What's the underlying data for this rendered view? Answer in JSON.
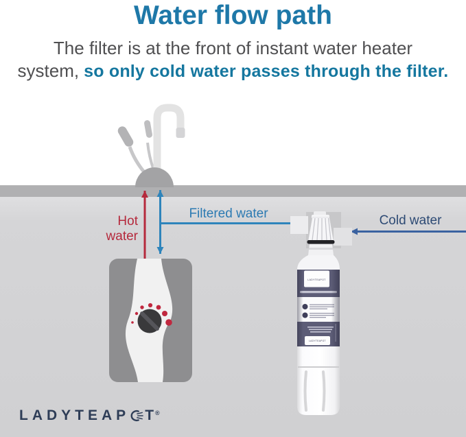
{
  "header": {
    "title": "Water flow path",
    "subtitle_line1": "The filter is at the front of instant water heater",
    "subtitle_line2_prefix": "system,",
    "subtitle_line2_emphasis": "so only cold water passes through the filter."
  },
  "diagram": {
    "labels": {
      "hot_water": "Hot water",
      "filtered_water": "Filtered water",
      "cold_water": "Cold water"
    },
    "filter_cartridge": {
      "brand_top": "LADYTEAPOT",
      "brand_bottom": "LADYTEAPOT"
    }
  },
  "footer": {
    "logo_text_left": "LADYTEAP",
    "logo_text_right": "T",
    "registered_mark": "®"
  },
  "colors": {
    "title_teal": "#1e78a8",
    "emphasis_teal": "#15779f",
    "subtitle_gray": "#4f4f51",
    "hot_red": "#b5293c",
    "flow_blue": "#2e84bb",
    "cold_text_navy": "#2d4a74",
    "cold_line_blue": "#3a62a0",
    "countertop_gray": "#b0b0b2",
    "under_counter_gray": "#d5d5d7",
    "heater_gray": "#8e8e90",
    "filter_label_purple": "#5d5d77",
    "logo_navy": "#2e3d57"
  }
}
